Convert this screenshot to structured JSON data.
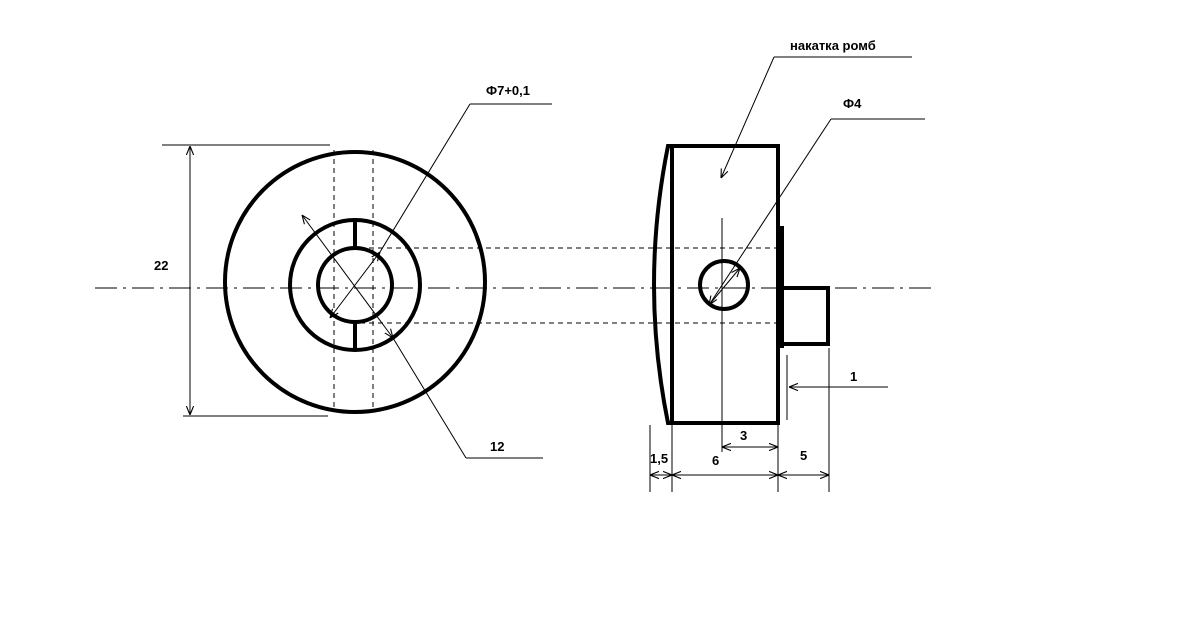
{
  "labels": {
    "knurl": "накатка ромб",
    "bore_diameter": "Ф7+0,1",
    "hole_diameter": "Ф4",
    "outer_height": "22",
    "inner_diameter": "12",
    "dim_1": "1",
    "dim_3": "3",
    "dim_1_5": "1,5",
    "dim_6": "6",
    "dim_5": "5"
  },
  "colors": {
    "line": "#000000",
    "background": "#ffffff"
  }
}
